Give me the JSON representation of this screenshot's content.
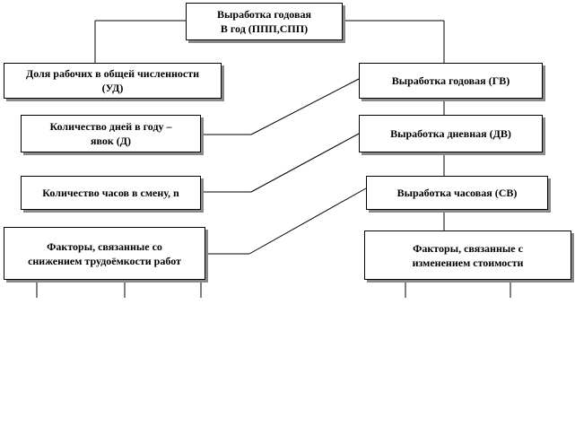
{
  "diagram": {
    "top": {
      "line1": "Выработка годовая",
      "line2": "В год (ППП,СПП)"
    },
    "left": [
      {
        "line1": "Доля рабочих в общей численности",
        "line2": "(УД)"
      },
      {
        "line1": "Количество дней в году –",
        "line2": "явок (Д)"
      },
      {
        "line1": "Количество часов в смену, n",
        "line2": ""
      },
      {
        "line1": "Факторы, связанные со",
        "line2": "снижением трудоёмкости работ"
      }
    ],
    "right": [
      {
        "line1": "Выработка годовая (ГВ)",
        "line2": ""
      },
      {
        "line1": "Выработка дневная (ДВ)",
        "line2": ""
      },
      {
        "line1": "Выработка часовая (СВ)",
        "line2": ""
      },
      {
        "line1": "Факторы, связанные с",
        "line2": "изменением стоимости"
      }
    ]
  }
}
